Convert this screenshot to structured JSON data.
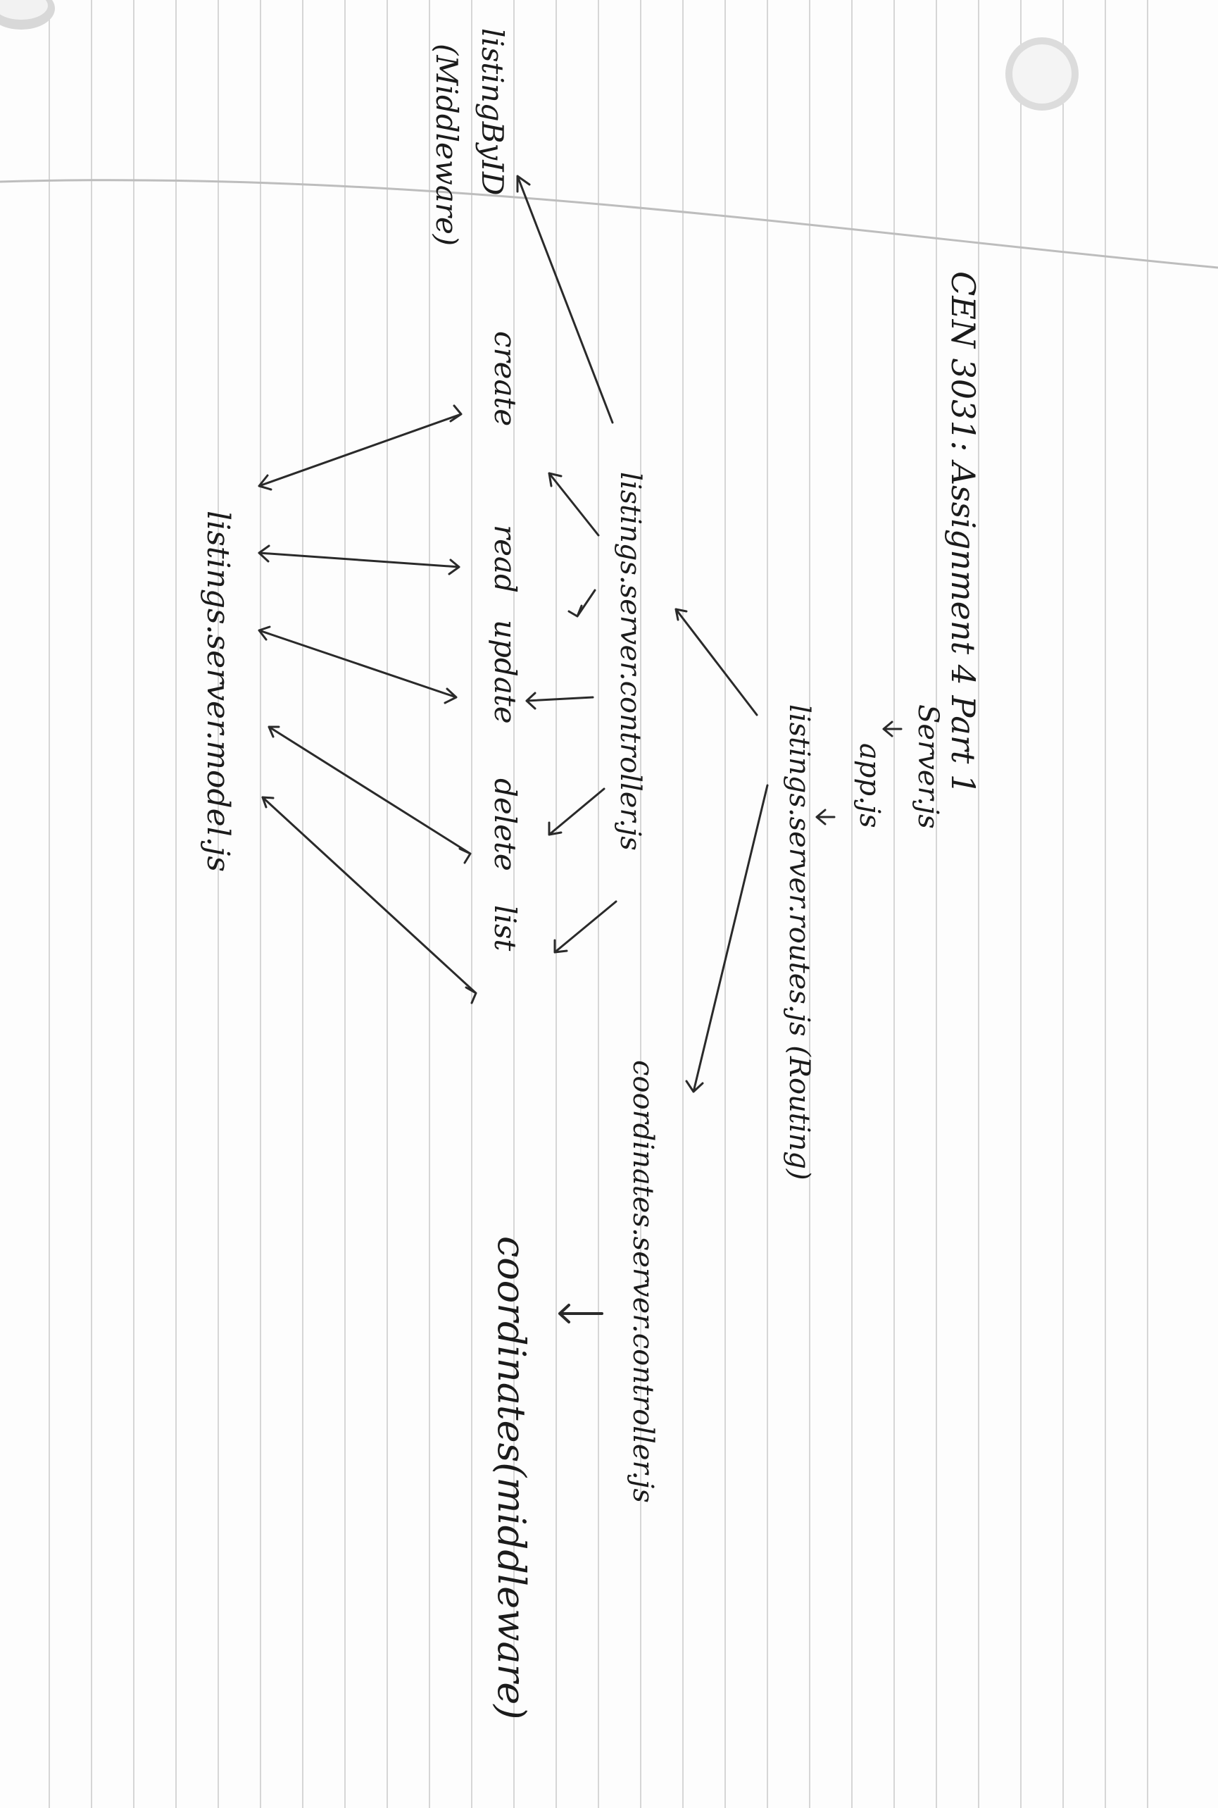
{
  "note": {
    "title": "CEN 3031: Assignment 4 Part 1",
    "nodes": {
      "server": "Server.js",
      "app": "app.js",
      "routes": "listings.server.routes.js (Routing)",
      "listings_controller": "listings.server.controller.js",
      "coordinates_controller": "coordinates.server.controller.js",
      "coordinates_middleware": "coordinates(middleware)",
      "listing_by_id": "listingByID",
      "listing_by_id_note": "(Middleware)",
      "create": "create",
      "read": "read",
      "update": "update",
      "delete": "delete",
      "list": "list",
      "model": "listings.server.model.js"
    }
  }
}
